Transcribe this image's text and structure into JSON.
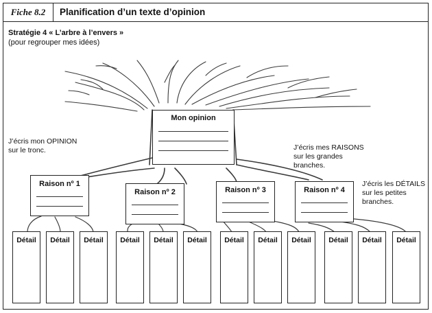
{
  "header": {
    "fiche": "Fiche 8.2",
    "title": "Planification d’un texte d’opinion"
  },
  "strategy": {
    "title": "Stratégie 4 « L’arbre à l’envers »",
    "subtitle": "(pour regrouper mes idées)"
  },
  "opinion_box": {
    "label": "Mon opinion"
  },
  "notes": {
    "opinion": [
      "J’écris mon OPINION",
      "sur le tronc."
    ],
    "raisons": [
      "J’écris mes RAISONS",
      "sur les grandes",
      "branches."
    ],
    "details": [
      "J’écris les DÉTAILS",
      "sur les petites",
      "branches."
    ]
  },
  "raisons": [
    {
      "label": "Raison nº 1"
    },
    {
      "label": "Raison nº 2"
    },
    {
      "label": "Raison nº 3"
    },
    {
      "label": "Raison nº 4"
    }
  ],
  "details": [
    "Détail",
    "Détail",
    "Détail",
    "Détail",
    "Détail",
    "Détail",
    "Détail",
    "Détail",
    "Détail",
    "Détail",
    "Détail",
    "Détail"
  ]
}
